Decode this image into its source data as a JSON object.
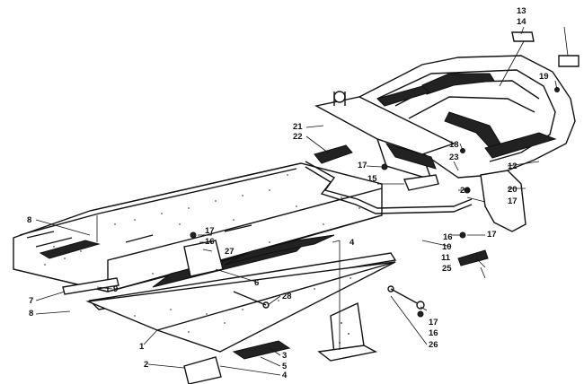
{
  "callouts": [
    {
      "id": "c1",
      "text": "1"
    },
    {
      "id": "c2",
      "text": "2"
    },
    {
      "id": "c3",
      "text": "3"
    },
    {
      "id": "c4a",
      "text": "4"
    },
    {
      "id": "c4b",
      "text": "4"
    },
    {
      "id": "c5",
      "text": "5"
    },
    {
      "id": "c6",
      "text": "6"
    },
    {
      "id": "c7",
      "text": "7"
    },
    {
      "id": "c8a",
      "text": "8"
    },
    {
      "id": "c8b",
      "text": "8"
    },
    {
      "id": "c9",
      "text": "9"
    },
    {
      "id": "c10",
      "text": "10"
    },
    {
      "id": "c11",
      "text": "11"
    },
    {
      "id": "c12",
      "text": "12"
    },
    {
      "id": "c13",
      "text": "13"
    },
    {
      "id": "c14",
      "text": "14"
    },
    {
      "id": "c15",
      "text": "15"
    },
    {
      "id": "c16a",
      "text": "16"
    },
    {
      "id": "c16b",
      "text": "16"
    },
    {
      "id": "c16c",
      "text": "16"
    },
    {
      "id": "c17a",
      "text": "17"
    },
    {
      "id": "c17b",
      "text": "17"
    },
    {
      "id": "c17c",
      "text": "17"
    },
    {
      "id": "c17d",
      "text": "17"
    },
    {
      "id": "c17e",
      "text": "17"
    },
    {
      "id": "c18",
      "text": "18"
    },
    {
      "id": "c19",
      "text": "19"
    },
    {
      "id": "c20",
      "text": "20"
    },
    {
      "id": "c21",
      "text": "21"
    },
    {
      "id": "c22",
      "text": "22"
    },
    {
      "id": "c23",
      "text": "23"
    },
    {
      "id": "c24",
      "text": "24"
    },
    {
      "id": "c25",
      "text": "25"
    },
    {
      "id": "c26",
      "text": "26"
    },
    {
      "id": "c27",
      "text": "27"
    },
    {
      "id": "c28",
      "text": "28"
    }
  ]
}
